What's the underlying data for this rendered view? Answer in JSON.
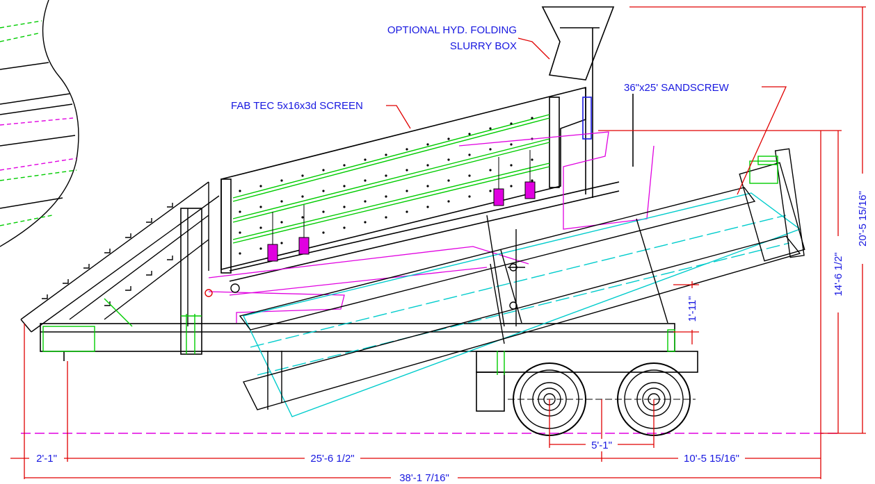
{
  "labels": {
    "slurry_box_line1": "OPTIONAL HYD. FOLDING",
    "slurry_box_line2": "SLURRY BOX",
    "screen": "FAB TEC 5x16x3d SCREEN",
    "sandscrew": "36\"x25' SANDSCREW"
  },
  "dimensions": {
    "overall_height": "20'-5 15/16\"",
    "mid_height": "14'-6 1/2\"",
    "low_height": "1'-11\"",
    "axle_spacing": "5'-1\"",
    "front_overhang": "2'-1\"",
    "main_length": "25'-6 1/2\"",
    "rear_length": "10'-5 15/16\"",
    "overall_length": "38'-1 7/16\""
  },
  "colors": {
    "structure": "#000000",
    "dimension": "#e00000",
    "text": "#1818e0",
    "screen_deck": "#00cc00",
    "slurry": "#e000e0",
    "sandscrew": "#00cccc"
  }
}
